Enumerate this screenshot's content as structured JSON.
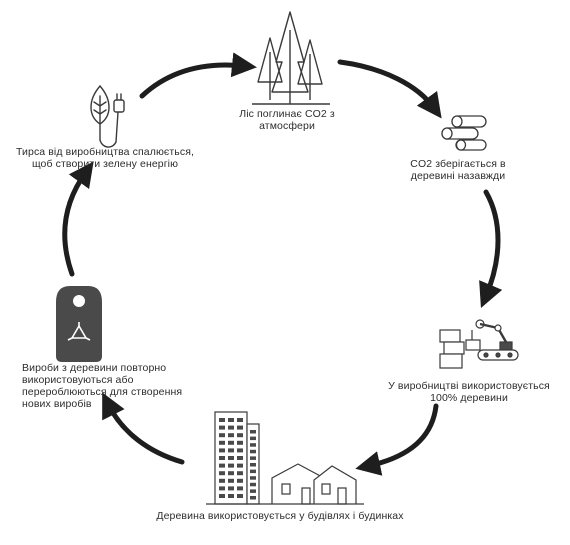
{
  "steps": [
    {
      "id": "forest",
      "icon": "forest-icon",
      "lines": [
        "Ліс поглинає CO2 з",
        "атмосфери"
      ]
    },
    {
      "id": "storage",
      "icon": "logs-icon",
      "lines": [
        "CO2 зберігається в",
        "деревині назавжди"
      ]
    },
    {
      "id": "factory",
      "icon": "factory-icon",
      "lines": [
        "У виробництві використовується",
        "100% деревини"
      ]
    },
    {
      "id": "building",
      "icon": "buildings-houses-icon",
      "lines": [
        "Деревина використовується у будівлях і будинках"
      ]
    },
    {
      "id": "recycle",
      "icon": "recycle-tag-icon",
      "lines": [
        "Вироби з деревини повторно",
        "використовуються або",
        "перероблюються для створення",
        "нових виробів"
      ]
    },
    {
      "id": "energy",
      "icon": "leaf-plug-icon",
      "lines": [
        "Тирса від виробництва спалюється,",
        "щоб створити зелену енергію"
      ]
    }
  ],
  "colors": {
    "ink": "#2a2a2a",
    "arrow": "#1e1e1e",
    "icon": "#3a3a3a",
    "fill": "#4a4a4a"
  }
}
